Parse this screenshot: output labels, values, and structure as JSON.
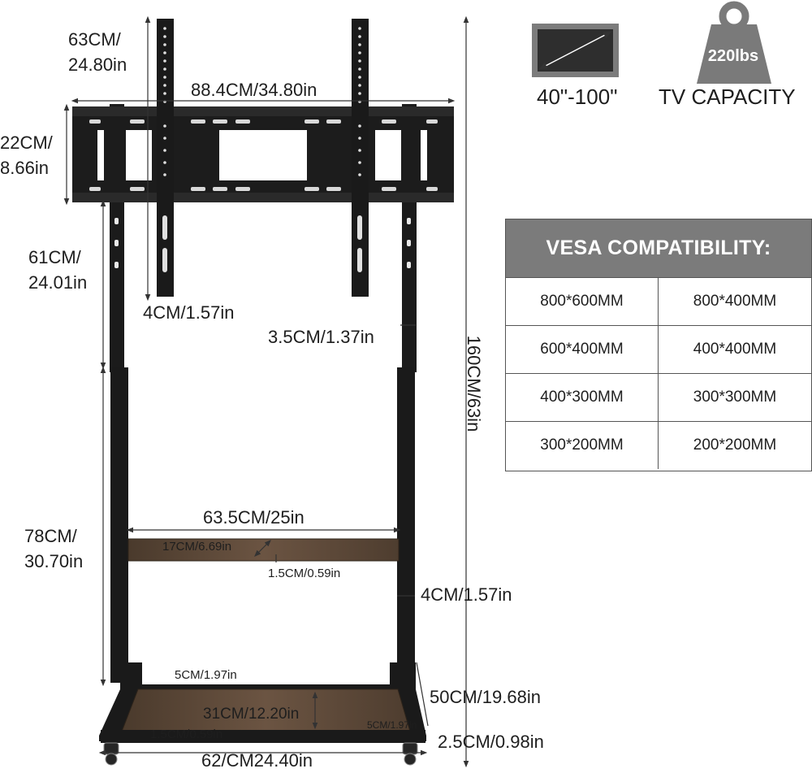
{
  "badges": {
    "size_range": "40\"-100\"",
    "weight": "220lbs",
    "capacity": "TV CAPACITY"
  },
  "vesa": {
    "title": "VESA COMPATIBILITY:",
    "rows": [
      [
        "800*600MM",
        "800*400MM"
      ],
      [
        "600*400MM",
        "400*400MM"
      ],
      [
        "400*300MM",
        "300*300MM"
      ],
      [
        "300*200MM",
        "200*200MM"
      ]
    ]
  },
  "dimensions": {
    "arm_height_cm": "63CM/",
    "arm_height_in": "24.80in",
    "mount_width": "88.4CM/34.80in",
    "mount_height_cm": "22CM/",
    "mount_height_in": "8.66in",
    "upper_pole_cm": "61CM/",
    "upper_pole_in": "24.01in",
    "arm_width": "4CM/1.57in",
    "pole_width": "3.5CM/1.37in",
    "total_height": "160CM/63in",
    "shelf_width": "63.5CM/25in",
    "shelf_depth": "17CM/6.69in",
    "shelf_thickness": "1.5CM/0.59in",
    "lower_pole_cm": "78CM/",
    "lower_pole_in": "30.70in",
    "lower_pole_width": "4CM/1.57in",
    "base_post": "5CM/1.97in",
    "base_height": "50CM/19.68in",
    "base_depth": "31CM/12.20in",
    "base_post_side": "5CM/1.97in",
    "base_thickness": "1.5CM/0.59in",
    "wheel_height": "2.5CM/0.98in",
    "base_width": "62/CM24.40in"
  }
}
